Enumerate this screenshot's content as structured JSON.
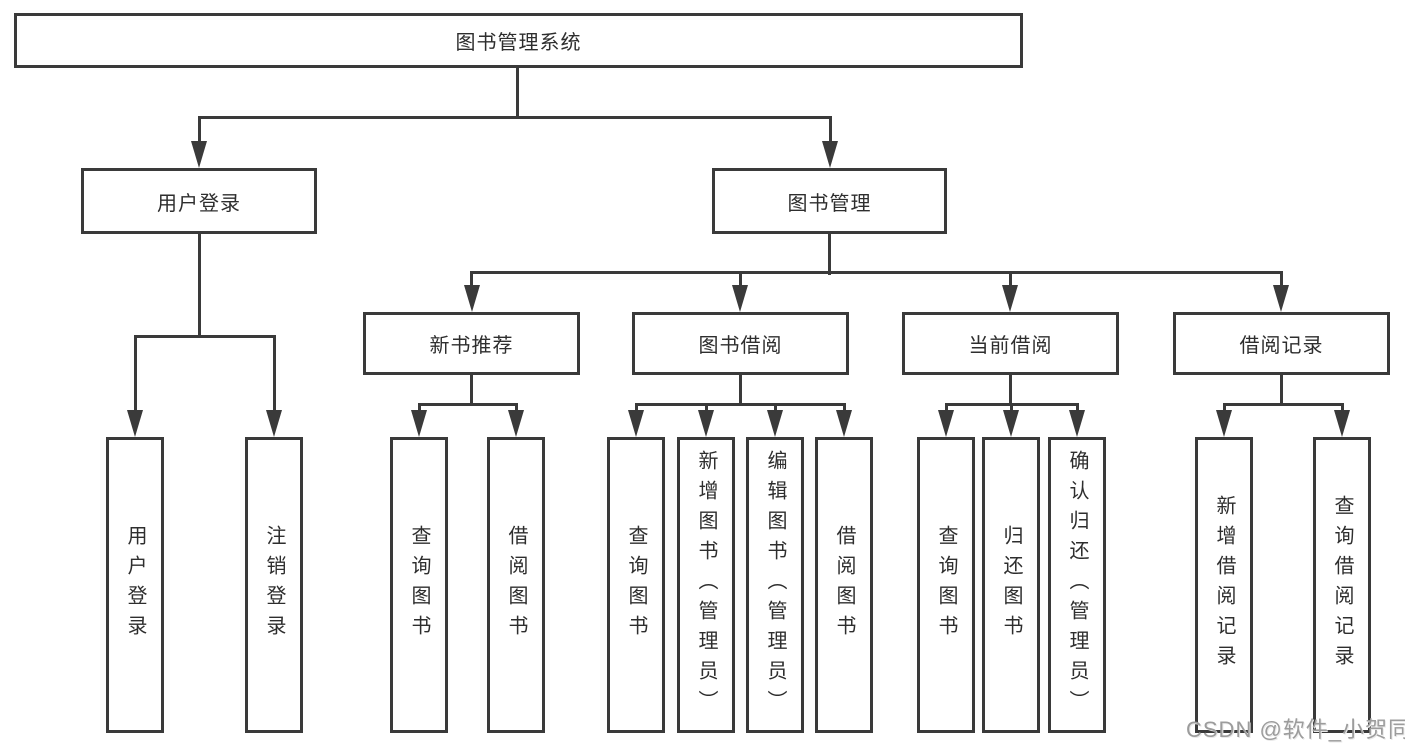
{
  "diagram_type": "tree",
  "colors": {
    "line": "#3a3a3a",
    "box_border": "#3a3a3a",
    "box_background": "#ffffff",
    "text": "#2e2e2e",
    "watermark_text": "#9c9c9c",
    "background": "#ffffff"
  },
  "tree": {
    "root": "图书管理系统",
    "branches": [
      {
        "label": "用户登录",
        "children": [
          "用户登录",
          "注销登录"
        ]
      },
      {
        "label": "图书管理",
        "groups": [
          {
            "label": "新书推荐",
            "children": [
              "查询图书",
              "借阅图书"
            ]
          },
          {
            "label": "图书借阅",
            "children": [
              "查询图书",
              "新增图书（管理员）",
              "编辑图书（管理员）",
              "借阅图书"
            ]
          },
          {
            "label": "当前借阅",
            "children": [
              "查询图书",
              "归还图书",
              "确认归还（管理员）"
            ]
          },
          {
            "label": "借阅记录",
            "children": [
              "新增借阅记录",
              "查询借阅记录"
            ]
          }
        ]
      }
    ]
  },
  "watermark": {
    "text": "CSDN @软件_小贺同学"
  }
}
